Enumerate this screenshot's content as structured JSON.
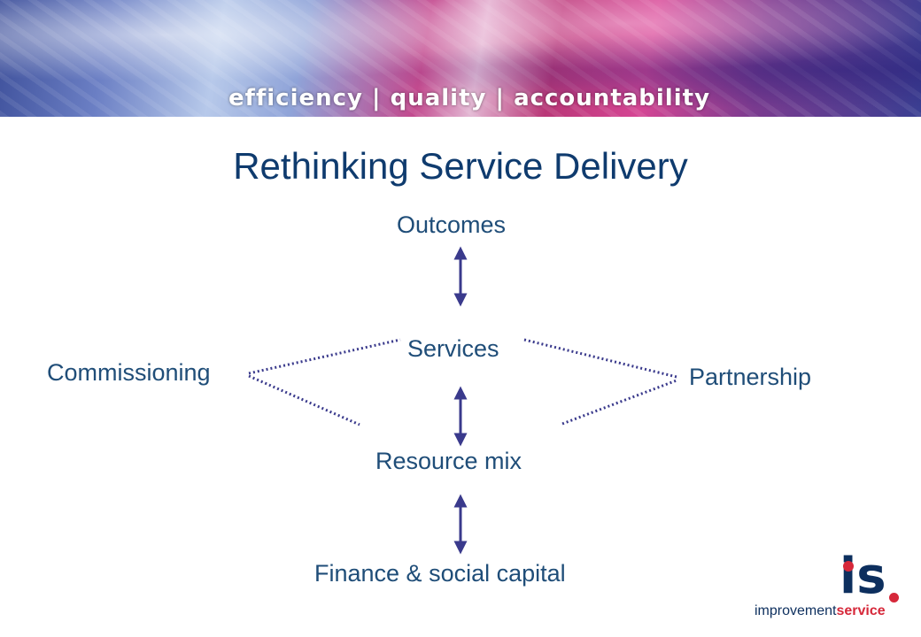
{
  "banner": {
    "tagline": "efficiency | quality | accountability"
  },
  "title": "Rethinking Service Delivery",
  "nodes": {
    "outcomes": "Outcomes",
    "services": "Services",
    "commissioning": "Commissioning",
    "partnership": "Partnership",
    "resource_mix": "Resource mix",
    "finance": "Finance & social capital"
  },
  "logo": {
    "mark": "is",
    "text_a": "improvement",
    "text_b": "service"
  },
  "colors": {
    "arrow": "#3a3a8c",
    "title": "#0f3b6e",
    "node_text": "#1f4d78",
    "logo_red": "#d6283a"
  }
}
